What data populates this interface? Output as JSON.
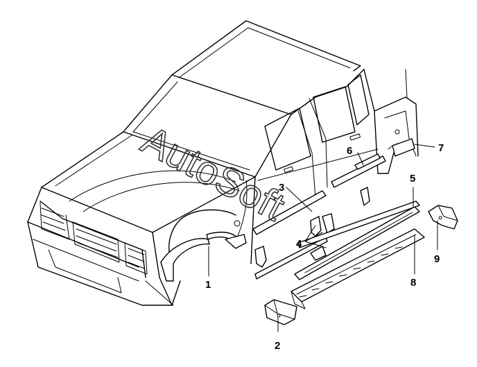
{
  "watermark": "AutoSoft",
  "callouts": [
    "1",
    "2",
    "3",
    "4",
    "5",
    "6",
    "7",
    "8",
    "9"
  ],
  "colors": {
    "ink": "#000000",
    "background": "#ffffff"
  }
}
